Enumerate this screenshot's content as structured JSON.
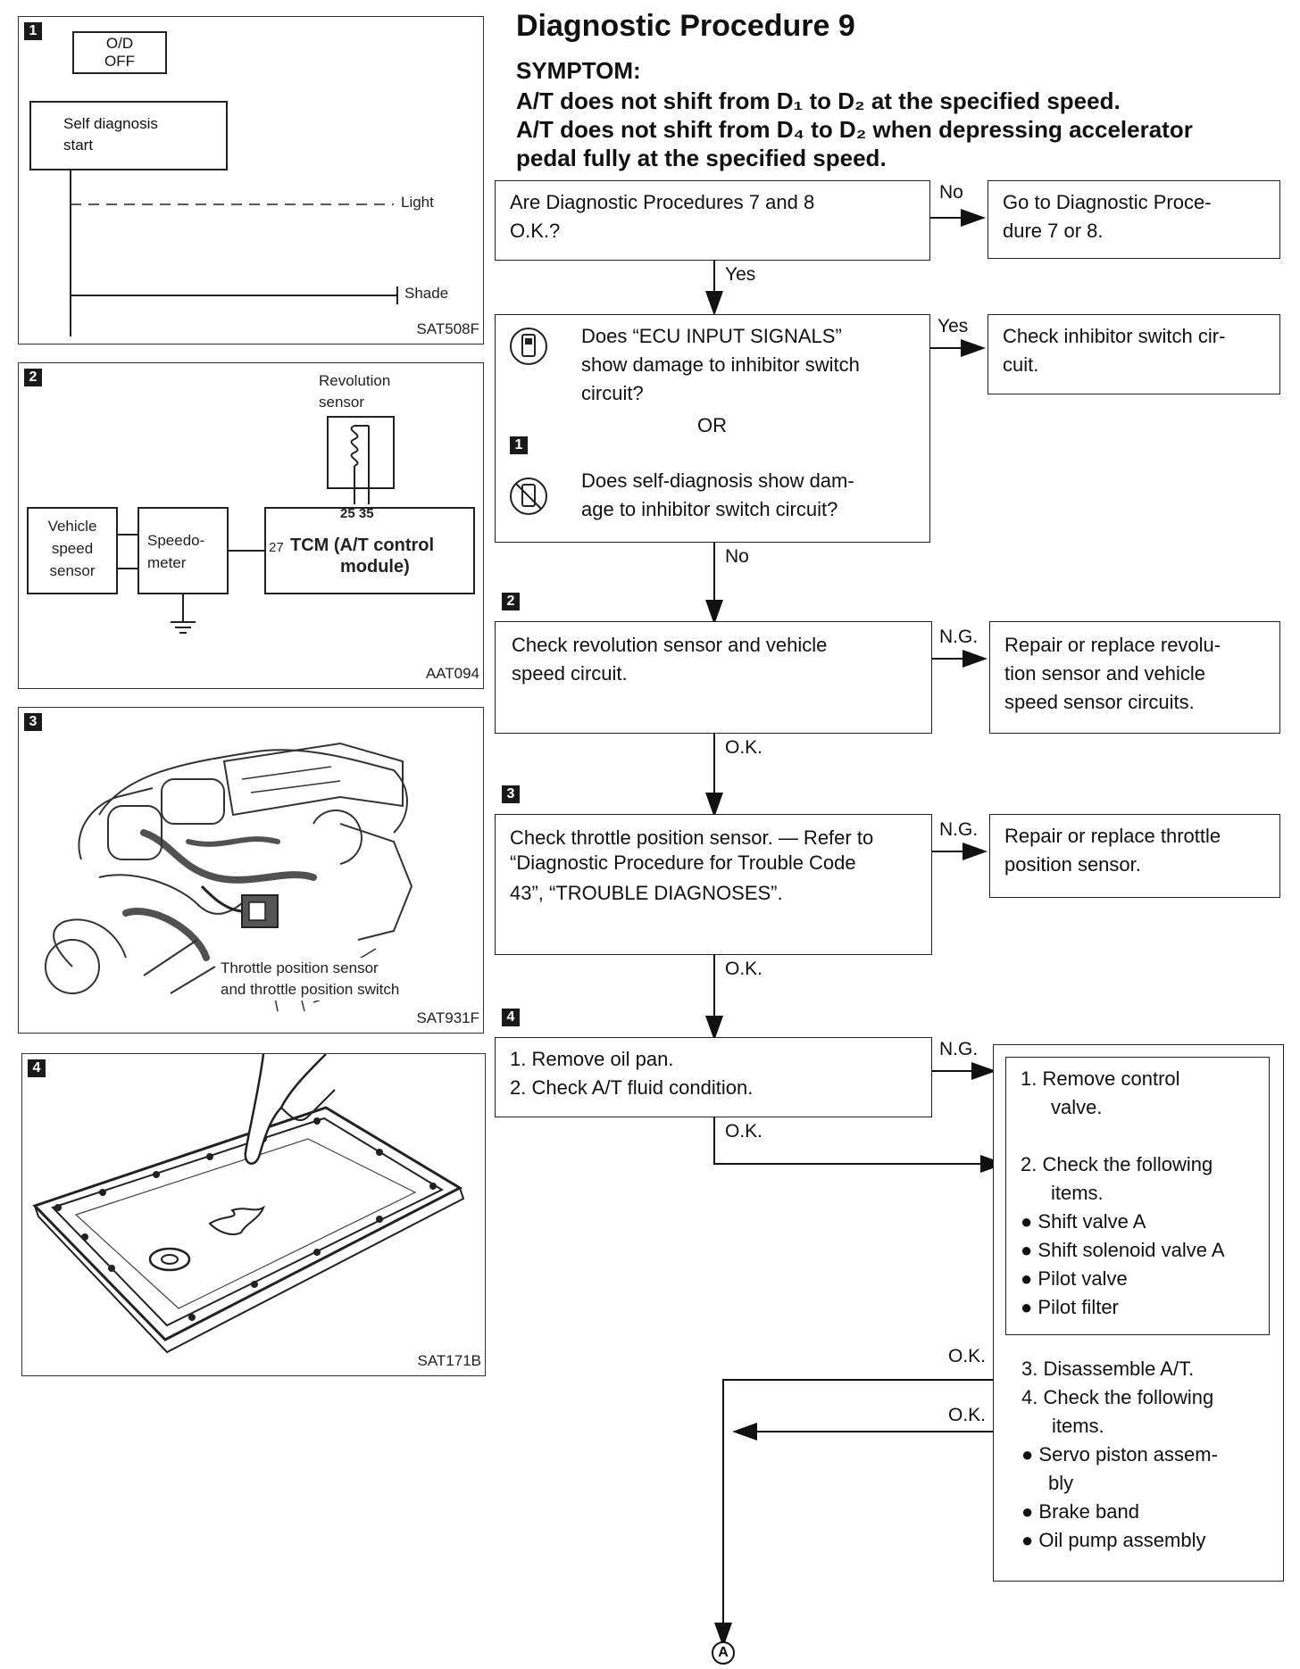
{
  "header": {
    "title": "Diagnostic Procedure 9",
    "symptom_label": "SYMPTOM:",
    "symptom_line1": "A/T does not shift from D₁ to D₂ at the specified speed.",
    "symptom_line2": "A/T does not shift from D₄ to D₂ when depressing accelerator",
    "symptom_line3": "pedal fully at the specified speed."
  },
  "figures": {
    "fig1": {
      "badge": "1",
      "od_line1": "O/D",
      "od_line2": "OFF",
      "start_line1": "Self diagnosis",
      "start_line2": "start",
      "light": "Light",
      "shade": "Shade",
      "code": "SAT508F"
    },
    "fig2": {
      "badge": "2",
      "rev_line1": "Revolution",
      "rev_line2": "sensor",
      "pins": "25 35",
      "vss_line1": "Vehicle",
      "vss_line2": "speed",
      "vss_line3": "sensor",
      "speedo_line1": "Speedo-",
      "speedo_line2": "meter",
      "pin27": "27",
      "tcm_line1": "TCM (A/T control",
      "tcm_line2": "module)",
      "code": "AAT094"
    },
    "fig3": {
      "badge": "3",
      "caption_line1": "Throttle position sensor",
      "caption_line2": "and throttle position switch",
      "code": "SAT931F"
    },
    "fig4": {
      "badge": "4",
      "code": "SAT171B"
    }
  },
  "flow": {
    "q1_line1": "Are Diagnostic Procedures 7 and 8",
    "q1_line2": "O.K.?",
    "q1_no": "No",
    "q1_no_action_line1": "Go to Diagnostic Proce-",
    "q1_no_action_line2": "dure 7 or 8.",
    "q1_yes": "Yes",
    "q2_line1": "Does “ECU INPUT SIGNALS”",
    "q2_line2": "show damage to inhibitor switch",
    "q2_line3": "circuit?",
    "q2_or": "OR",
    "q2_badge": "1",
    "q2b_line1": "Does self-diagnosis show dam-",
    "q2b_line2": "age to inhibitor switch circuit?",
    "q2_yes": "Yes",
    "q2_yes_action_line1": "Check inhibitor switch cir-",
    "q2_yes_action_line2": "cuit.",
    "q2_no": "No",
    "step2_badge": "2",
    "step2_line1": "Check revolution sensor and vehicle",
    "step2_line2": "speed circuit.",
    "step2_ng": "N.G.",
    "step2_ng_line1": "Repair or replace revolu-",
    "step2_ng_line2": "tion sensor and vehicle",
    "step2_ng_line3": "speed sensor circuits.",
    "step2_ok": "O.K.",
    "step3_badge": "3",
    "step3_line1": "Check throttle position sensor. — Refer to",
    "step3_line2": "“Diagnostic Procedure for Trouble Code",
    "step3_line3": "43”, “TROUBLE DIAGNOSES”.",
    "step3_ng": "N.G.",
    "step3_ng_line1": "Repair or replace throttle",
    "step3_ng_line2": "position sensor.",
    "step3_ok": "O.K.",
    "step4_badge": "4",
    "step4_line1": "1.  Remove oil pan.",
    "step4_line2": "2.  Check A/T fluid condition.",
    "step4_ng": "N.G.",
    "step4_ok": "O.K.",
    "inner_line1": "1.  Remove control",
    "inner_line2": "valve.",
    "inner_line3": "2.  Check the following",
    "inner_line4": "items.",
    "inner_items": [
      "Shift valve A",
      "Shift solenoid valve A",
      "Pilot valve",
      "Pilot filter"
    ],
    "ok_a": "O.K.",
    "ok_b": "O.K.",
    "outer_line1": "3.  Disassemble A/T.",
    "outer_line2": "4.  Check the following",
    "outer_line3": "items.",
    "outer_items_1a": "Servo piston assem-",
    "outer_items_1b": "bly",
    "outer_items_2": "Brake band",
    "outer_items_3": "Oil pump assembly",
    "connector": "A"
  }
}
